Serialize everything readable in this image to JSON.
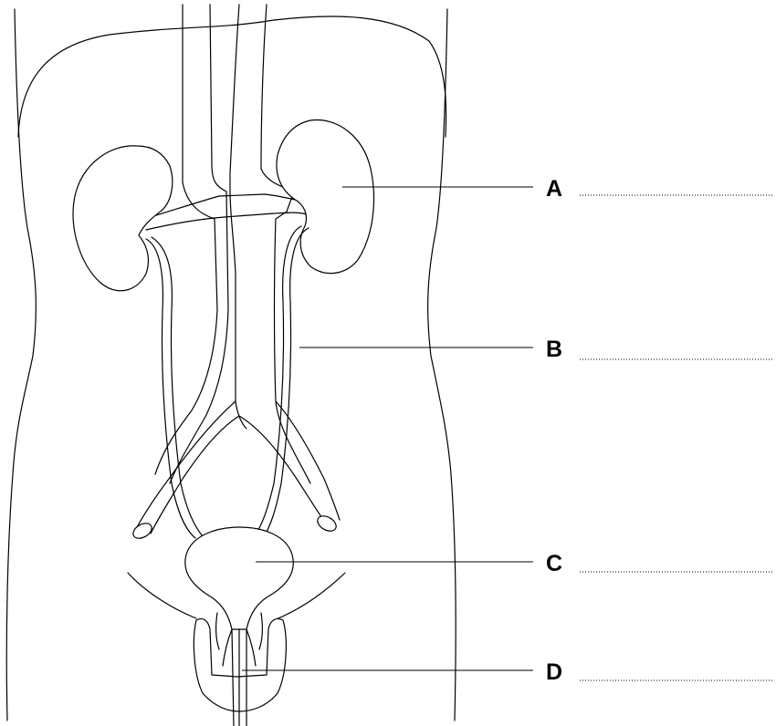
{
  "labels": [
    {
      "letter": "A",
      "target": "kidney"
    },
    {
      "letter": "B",
      "target": "ureter"
    },
    {
      "letter": "C",
      "target": "bladder"
    },
    {
      "letter": "D",
      "target": "urethra"
    }
  ],
  "colors": {
    "stroke": "#000000",
    "background": "#ffffff"
  }
}
